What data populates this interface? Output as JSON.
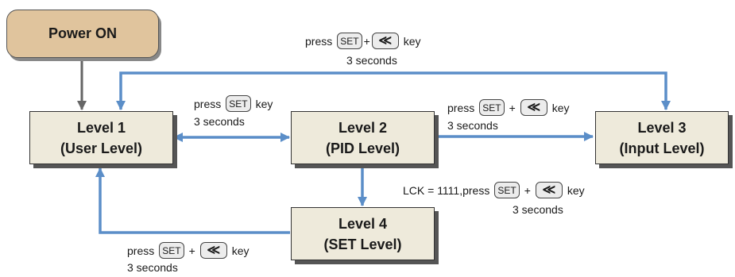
{
  "boxes": {
    "power_on": "Power ON",
    "level1_title": "Level 1",
    "level1_sub": "(User Level)",
    "level2_title": "Level 2",
    "level2_sub": "(PID Level)",
    "level3_title": "Level 3",
    "level3_sub": "(Input Level)",
    "level4_title": "Level 4",
    "level4_sub": "(SET Level)"
  },
  "keys": {
    "set": "SET",
    "shift_symbol": "≪"
  },
  "transitions": {
    "top": {
      "press": "press",
      "plus": "+",
      "key": "key",
      "time": "3 seconds"
    },
    "l1_l2": {
      "press": "press",
      "key": "key",
      "time": "3 seconds"
    },
    "l2_l3": {
      "press": "press",
      "plus": "+",
      "key": "key",
      "time": "3 seconds"
    },
    "l2_l4": {
      "press": "LCK = 1111,press",
      "plus": "+",
      "key": "key",
      "time": "3 seconds"
    },
    "l4_l1": {
      "press": "press",
      "plus": "+",
      "key": "key",
      "time": "3 seconds"
    }
  },
  "colors": {
    "arrow_blue": "#5b8ec8",
    "arrow_gray": "#666666",
    "box_fill": "#eeeadb",
    "power_fill": "#e0c49d"
  }
}
